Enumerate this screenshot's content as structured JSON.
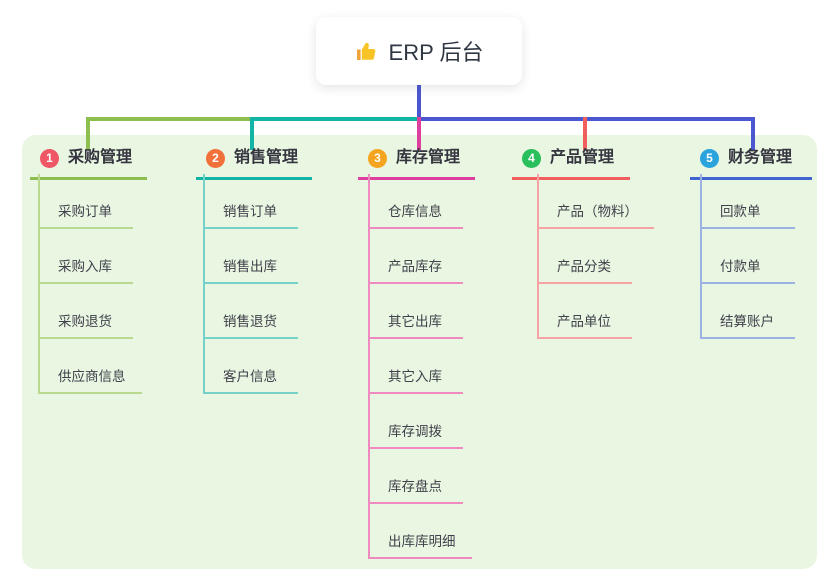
{
  "root": {
    "label": "ERP 后台",
    "icon": "thumbs-up-icon"
  },
  "branches": [
    {
      "badge": "1",
      "label": "采购管理",
      "color": "#8cbf4d",
      "light_color": "#b9d98f",
      "badge_color": "#ef5666",
      "children": [
        "采购订单",
        "采购入库",
        "采购退货",
        "供应商信息"
      ]
    },
    {
      "badge": "2",
      "label": "销售管理",
      "color": "#12b5a5",
      "light_color": "#76d2c8",
      "badge_color": "#f2703a",
      "children": [
        "销售订单",
        "销售出库",
        "销售退货",
        "客户信息"
      ]
    },
    {
      "badge": "3",
      "label": "库存管理",
      "color": "#dd3f9f",
      "light_color": "#ee8ac0",
      "badge_color": "#f5a41f",
      "children": [
        "仓库信息",
        "产品库存",
        "其它出库",
        "其它入库",
        "库存调拨",
        "库存盘点",
        "出库库明细"
      ]
    },
    {
      "badge": "4",
      "label": "产品管理",
      "color": "#f15e5e",
      "light_color": "#f8a3a3",
      "badge_color": "#28bf5c",
      "children": [
        "产品（物料）",
        "产品分类",
        "产品单位"
      ]
    },
    {
      "badge": "5",
      "label": "财务管理",
      "color": "#4165d0",
      "light_color": "#9cb2e4",
      "badge_color": "#2ba4dd",
      "children": [
        "回款单",
        "付款单",
        "结算账户"
      ]
    }
  ],
  "colors": {
    "trunk": "#4a57d0",
    "panel_bg": "#e9f6e2",
    "card_bg": "#ffffff",
    "text": "#35353f"
  }
}
